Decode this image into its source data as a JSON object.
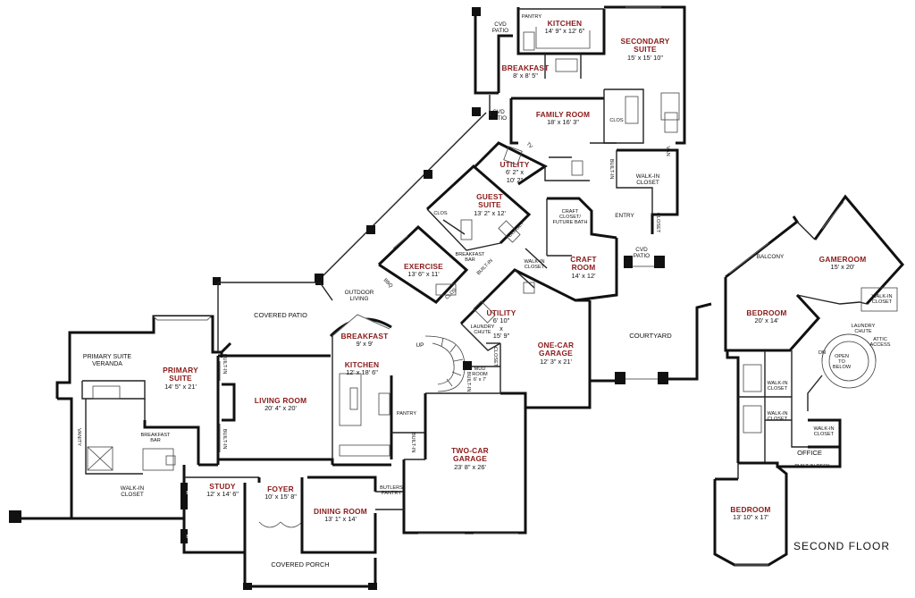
{
  "rooms": {
    "kitchen_top": {
      "name": "KITCHEN",
      "dim": "14' 9\" x 12' 6\""
    },
    "secondary_suite": {
      "name": "SECONDARY SUITE",
      "name1": "SECONDARY",
      "name2": "SUITE",
      "dim": "15' x 15' 10\""
    },
    "breakfast_top": {
      "name": "BREAKFAST",
      "dim": "8' x 8' 5\""
    },
    "family_room": {
      "name": "FAMILY ROOM",
      "dim": "18' x 16' 3\""
    },
    "utility_top": {
      "name": "UTILITY",
      "dim1": "6' 2\" x",
      "dim2": "10' 2\""
    },
    "guest_suite": {
      "name1": "GUEST",
      "name2": "SUITE",
      "dim": "13' 2\" x 12'"
    },
    "exercise": {
      "name": "EXERCISE",
      "dim": "13' 6\" x 11'"
    },
    "craft_room": {
      "name1": "CRAFT",
      "name2": "ROOM",
      "dim": "14' x 12'"
    },
    "utility_mid": {
      "name": "UTILITY",
      "dim1": "6' 10\"",
      "dim2": "x",
      "dim3": "15' 9\""
    },
    "one_car_garage": {
      "name1": "ONE-CAR",
      "name2": "GARAGE",
      "dim": "12' 3\" x 21'"
    },
    "breakfast_mid": {
      "name": "BREAKFAST",
      "dim": "9' x 9'"
    },
    "kitchen_mid": {
      "name": "KITCHEN",
      "dim": "12' x 18' 6\""
    },
    "primary_suite": {
      "name1": "PRIMARY",
      "name2": "SUITE",
      "dim": "14' 5\" x 21'"
    },
    "living_room": {
      "name": "LIVING ROOM",
      "dim": "20' 4\" x 20'"
    },
    "two_car_garage": {
      "name1": "TWO-CAR",
      "name2": "GARAGE",
      "dim": "23' 8\" x 26'"
    },
    "study": {
      "name": "STUDY",
      "dim": "12' x 14' 6\""
    },
    "foyer": {
      "name": "FOYER",
      "dim": "10' x 15' 8\""
    },
    "dining_room": {
      "name": "DINING ROOM",
      "dim": "13' 1\" x 14'"
    },
    "gameroom": {
      "name": "GAMEROOM",
      "dim": "15' x 20'"
    },
    "bedroom_upper": {
      "name": "BEDROOM",
      "dim": "20' x 14'"
    },
    "bedroom_lower": {
      "name": "BEDROOM",
      "dim": "13' 10\" x 17'"
    }
  },
  "labels": {
    "cvd_patio": "CVD",
    "patio": "PATIO",
    "pantry": "PANTRY",
    "clos": "CLOS",
    "built_in": "BUILT-IN",
    "walk_in": "WALK-IN",
    "closet": "CLOSET",
    "entry": "ENTRY",
    "craft_closet_1": "CRAFT",
    "craft_closet_2": "CLOSET/",
    "craft_closet_3": "FUTURE BATH",
    "breakfast_bar_1": "BREAKFAST",
    "breakfast_bar_2": "BAR",
    "bbq": "BBQ",
    "outdoor_living_1": "OUTDOOR",
    "outdoor_living_2": "LIVING",
    "covered_patio": "COVERED PATIO",
    "laundry_chute_1": "LAUNDRY",
    "laundry_chute_2": "CHUTE",
    "courtyard": "COURTYARD",
    "up": "UP",
    "mud_room_1": "MUD",
    "mud_room_2": "ROOM",
    "mud_room_dim": "6' x 7'",
    "primary_suite_veranda_1": "PRIMARY SUITE",
    "primary_suite_veranda_2": "VERANDA",
    "vanity": "VANITY",
    "butlers_pantry_1": "BUTLERS",
    "butlers_pantry_2": "PANTRY",
    "bi": "BI",
    "covered_porch": "COVERED PORCH",
    "balcony": "BALCONY",
    "attic_access_1": "ATTIC",
    "attic_access_2": "ACCESS",
    "dn": "DN",
    "open_to_below_1": "OPEN",
    "open_to_below_2": "TO",
    "open_to_below_3": "BELOW",
    "office": "OFFICE",
    "built_in_desk": "BUILT-IN DESK",
    "van": "VAN",
    "tv": "TV",
    "second_floor": "SECOND  FLOOR"
  }
}
